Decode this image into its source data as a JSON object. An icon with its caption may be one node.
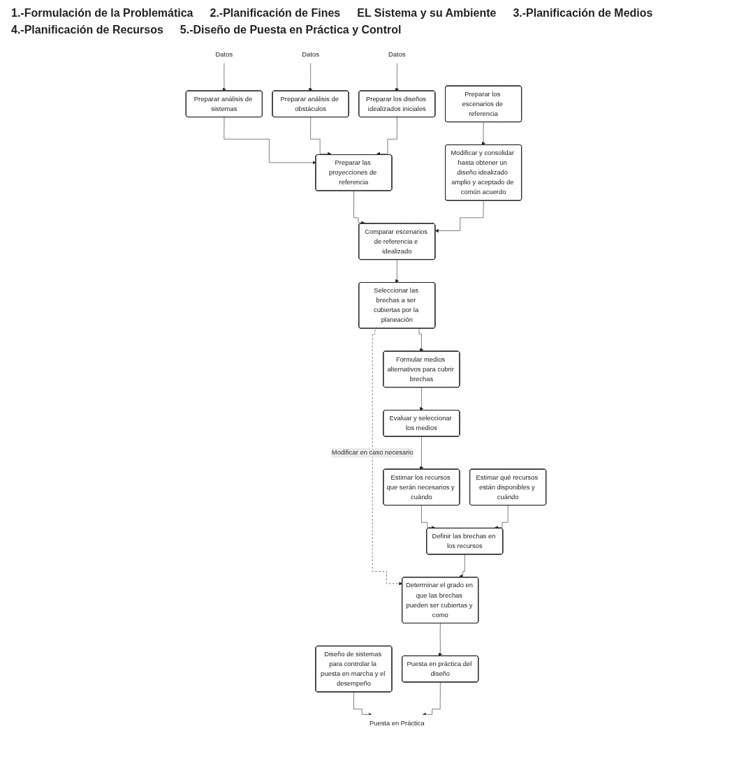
{
  "diagram": {
    "nodes": [
      {
        "text": [
          "Datos"
        ]
      },
      {
        "text": [
          "Preparar análisis de sistemas"
        ]
      },
      {
        "text": [
          "Datos"
        ]
      },
      {
        "text": [
          "Preparar análisis de obstáculos"
        ]
      },
      {
        "text": [
          "Preparar las proyecciones de referencia"
        ]
      },
      {
        "text": [
          "Datos"
        ]
      },
      {
        "text": [
          "Preparar los diseños idealizados iniciales"
        ]
      },
      {
        "text": [
          "Modificar y consolidar hasta obtener un diseño idealizado amplio y aceptado de común acuerdo"
        ]
      },
      {
        "text": [
          "Preparar los escenarios de referencia"
        ]
      },
      {
        "text": [
          "Comparar escenarios de referencia e idealizado"
        ]
      },
      {
        "text": [
          "Seleccionar las brechas a ser cubiertas por la planeación"
        ]
      },
      {
        "text": [
          "Formular medios alternativos para cubrir brechas"
        ]
      },
      {
        "text": [
          "Evaluar y seleccionar los medios"
        ]
      },
      {
        "text": [
          "Estimar los recursos que serán necesarios y cuándo"
        ]
      },
      {
        "text": [
          "Estimar qué recursos están disponibles y cuándo"
        ]
      },
      {
        "text": [
          "Definir las brechas en los recursos"
        ]
      },
      {
        "text": [
          "Determinar el grado en que las brechas pueden ser cubiertas y como"
        ]
      },
      {
        "text": [
          "Diseño de sistemas para controlar la puesta en marcha y el desempeño"
        ]
      },
      {
        "text": [
          "Puesta en práctica del diseño"
        ]
      },
      {
        "text": [
          "Puesta en Práctica"
        ]
      }
    ],
    "edges": [
      {
        "from": 0,
        "to": 1,
        "arrow": "to"
      },
      {
        "from": 2,
        "to": 3,
        "arrow": "to"
      },
      {
        "from": 5,
        "to": 6,
        "arrow": "to"
      },
      {
        "from": 1,
        "to": 4,
        "arrow": "to"
      },
      {
        "from": 3,
        "to": 4,
        "arrow": "to"
      },
      {
        "from": 6,
        "to": 4,
        "arrow": "to"
      },
      {
        "from": 4,
        "to": 9,
        "arrow": "to"
      },
      {
        "from": 8,
        "to": 7,
        "arrow": "to"
      },
      {
        "from": 7,
        "to": 9,
        "arrow": "to"
      },
      {
        "from": 9,
        "to": 10,
        "arrow": "to"
      },
      {
        "from": 10,
        "to": 11,
        "arrow": "to"
      },
      {
        "from": 10,
        "to": 16,
        "arrow": "to",
        "style": "dashed",
        "label": "Modificar en caso necesario"
      },
      {
        "from": 11,
        "to": 12,
        "arrow": "to"
      },
      {
        "from": 12,
        "to": 13,
        "arrow": "to"
      },
      {
        "from": 13,
        "to": 15,
        "arrow": "to"
      },
      {
        "from": 14,
        "to": 15,
        "arrow": "to"
      },
      {
        "from": 15,
        "to": 16,
        "arrow": "to"
      },
      {
        "from": 16,
        "to": 18,
        "arrow": "to"
      },
      {
        "from": 17,
        "to": 19,
        "arrow": "to"
      },
      {
        "from": 18,
        "to": 19,
        "arrow": "to"
      }
    ],
    "labels": [
      "1.-Formulación de la Problemática",
      "2.-Planificación de Fines",
      "EL Sistema y su Ambiente",
      "3.-Planificación de Medios",
      "4.-Planificación de Recursos",
      "5.-Diseño de Puesta en Práctica y Control"
    ]
  }
}
